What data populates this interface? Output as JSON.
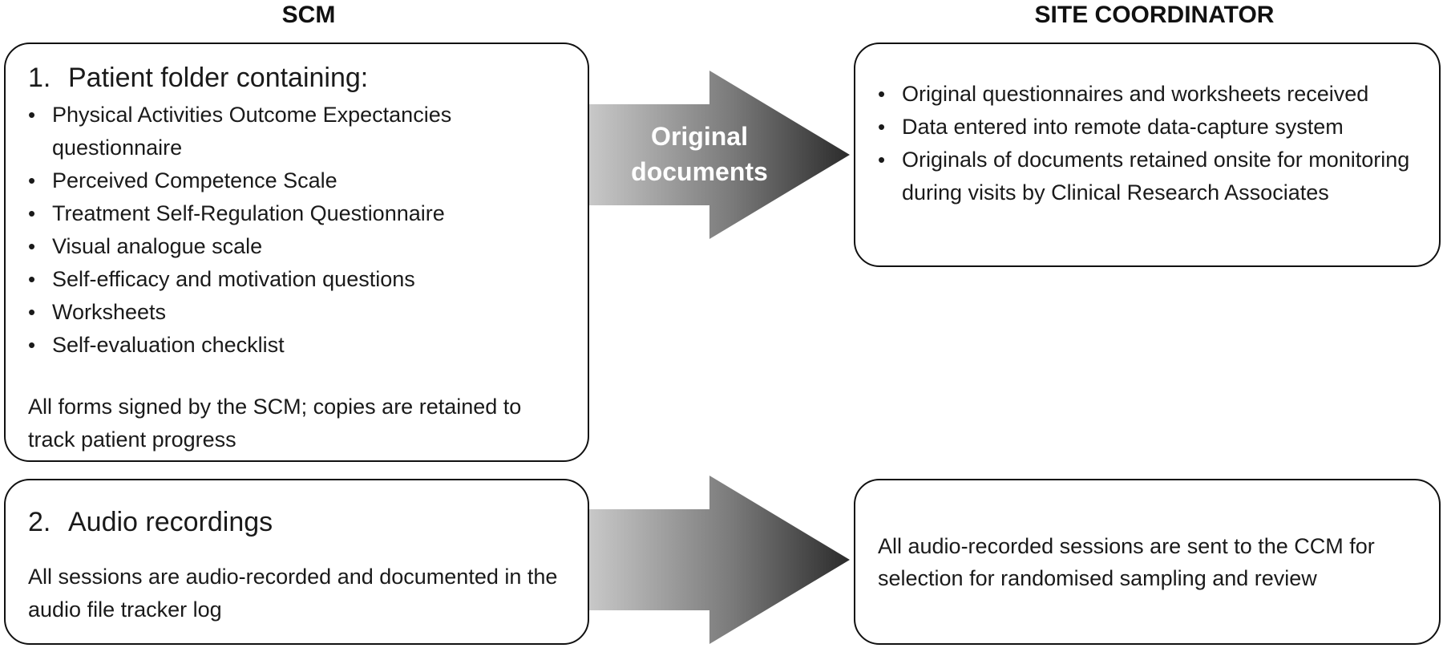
{
  "columns": {
    "left": "SCM",
    "right": "SITE COORDINATOR"
  },
  "patient_folder": {
    "number": "1.",
    "title": "Patient folder containing:",
    "items": [
      "Physical Activities Outcome Expectancies questionnaire",
      "Perceived Competence Scale",
      "Treatment Self-Regulation Questionnaire",
      "Visual analogue scale",
      "Self-efficacy and motivation questions",
      "Worksheets",
      "Self-evaluation checklist"
    ],
    "note": "All forms signed by the SCM; copies are retained to track patient progress"
  },
  "arrow_label": "Original documents",
  "site_documents": {
    "items": [
      "Original questionnaires and worksheets received",
      "Data entered into remote data-capture system",
      "Originals of documents retained onsite for monitoring during visits by Clinical Research Associates"
    ]
  },
  "audio": {
    "number": "2.",
    "title": "Audio recordings",
    "note": "All sessions are audio-recorded and documented in the audio file tracker log"
  },
  "site_audio": {
    "note": "All audio-recorded sessions are sent to the CCM for selection for randomised sampling and review"
  }
}
